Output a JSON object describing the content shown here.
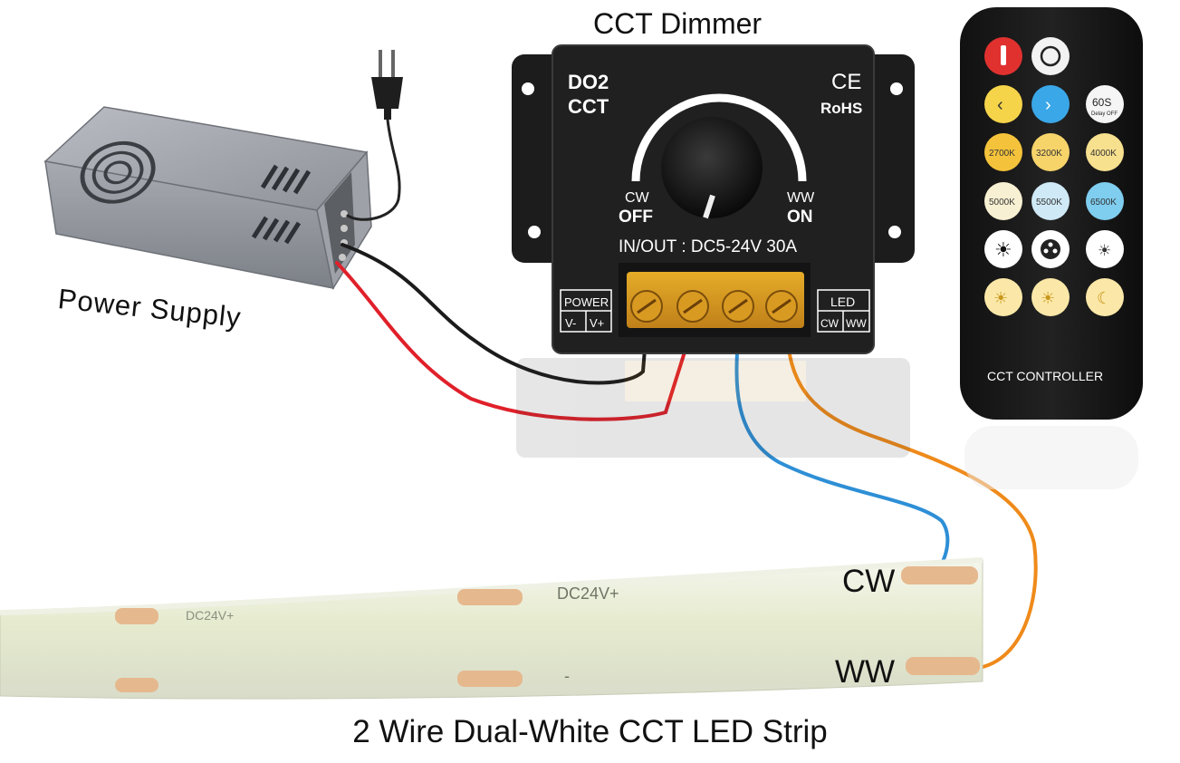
{
  "titles": {
    "dimmer": "CCT Dimmer",
    "power_supply": "Power Supply",
    "strip": "2 Wire Dual-White CCT LED Strip"
  },
  "dimmer": {
    "model": "DO2",
    "type": "CCT",
    "ce": "CE",
    "rohs": "RoHS",
    "left_top": "CW",
    "left_bottom": "OFF",
    "right_top": "WW",
    "right_bottom": "ON",
    "rating": "IN/OUT : DC5-24V 30A",
    "power_box": "POWER",
    "power_vminus": "V-",
    "power_vplus": "V+",
    "led_box": "LED",
    "led_cw": "CW",
    "led_ww": "WW"
  },
  "remote": {
    "label": "CCT CONTROLLER",
    "timer_value": "60S",
    "timer_sub": "Delay OFF",
    "temps": [
      "2700K",
      "3200K",
      "4000K",
      "5000K",
      "5500K",
      "6500K"
    ],
    "colors": {
      "power": "#e0312f",
      "arrow_left": "#f5d44a",
      "arrow_right": "#3aa7e8",
      "k2700": "#f5c33b",
      "k3200": "#f7d46a",
      "k4000": "#f7e08e",
      "k5000": "#f8f0d2",
      "k5500": "#cfe9f6",
      "k6500": "#7fcdef"
    }
  },
  "strip": {
    "print_main": "DC24V+",
    "print_minus": "-",
    "cw_label": "CW",
    "ww_label": "WW"
  },
  "wires": {
    "black": "#1b1b1b",
    "red": "#e0202a",
    "blue": "#2e8fd6",
    "orange": "#ef8a1a"
  }
}
